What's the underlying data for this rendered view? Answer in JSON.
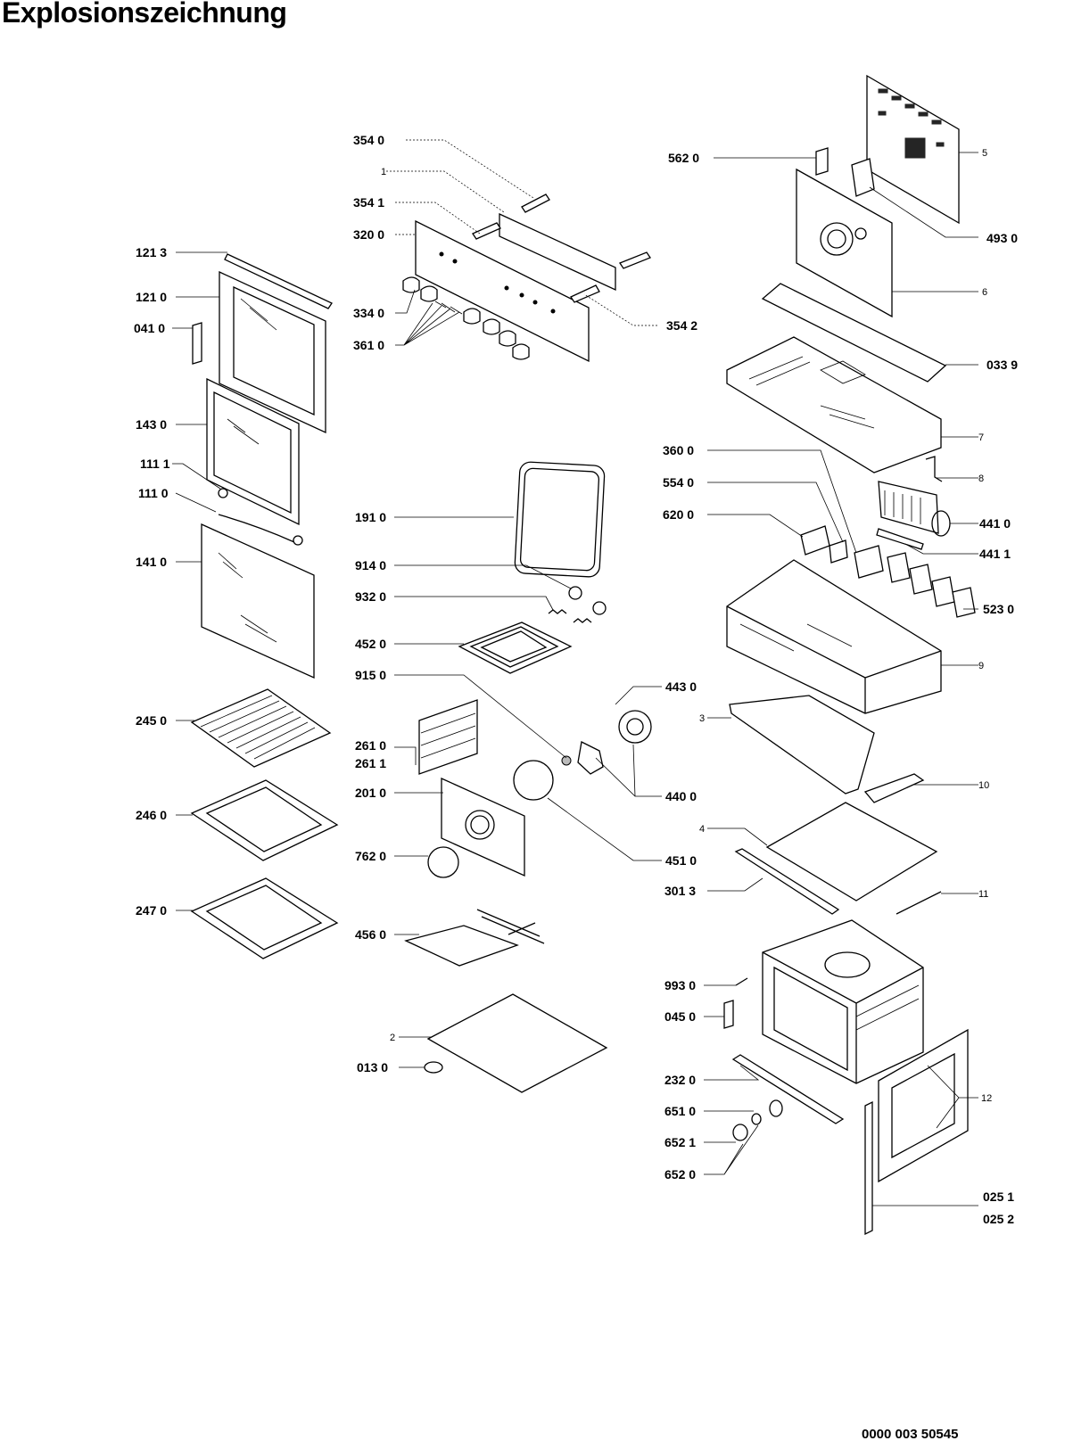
{
  "title": "Explosionszeichnung",
  "document_number": "0000 003 50545",
  "labels": {
    "p3540": "354 0",
    "p1": "1",
    "p3541": "354 1",
    "p3200": "320 0",
    "p3340": "334 0",
    "p3610": "361 0",
    "p3542": "354 2",
    "p1213": "121 3",
    "p1210": "121 0",
    "p0410": "041 0",
    "p1430": "143 0",
    "p1111": "111 1",
    "p1110": "111 0",
    "p1410": "141 0",
    "p2450": "245 0",
    "p2460": "246 0",
    "p2470": "247 0",
    "p1910": "191 0",
    "p9140": "914 0",
    "p9320": "932 0",
    "p4520": "452 0",
    "p9150": "915 0",
    "p2610": "261 0",
    "p2611": "261 1",
    "p2010": "201 0",
    "p7620": "762 0",
    "p4560": "456 0",
    "p2": "2",
    "p0130": "013 0",
    "p4430": "443 0",
    "p4400": "440 0",
    "p4510": "451 0",
    "p5620": "562 0",
    "p5": "5",
    "p4930": "493 0",
    "p6": "6",
    "p0339": "033 9",
    "p7": "7",
    "p3600": "360 0",
    "p8": "8",
    "p5540": "554 0",
    "p6200": "620 0",
    "p4410": "441 0",
    "p4411": "441 1",
    "p5230": "523 0",
    "p9": "9",
    "p3": "3",
    "p10": "10",
    "p4": "4",
    "p3013": "301 3",
    "p11": "11",
    "p9930": "993 0",
    "p0450": "045 0",
    "p2320": "232 0",
    "p6510": "651 0",
    "p6521": "652 1",
    "p6520": "652 0",
    "p12": "12",
    "p0251": "025 1",
    "p0252": "025 2"
  }
}
